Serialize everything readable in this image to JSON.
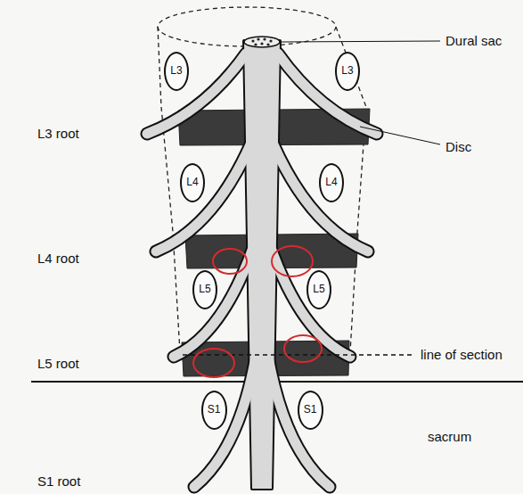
{
  "diagram": {
    "nodes": [
      {
        "text": [
          "L3"
        ]
      },
      {
        "text": [
          "L3"
        ]
      },
      {
        "text": [
          "L4"
        ]
      },
      {
        "text": [
          "L4"
        ]
      },
      {
        "text": [
          "L5"
        ]
      },
      {
        "text": [
          "L5"
        ]
      },
      {
        "text": [
          "S1"
        ]
      },
      {
        "text": [
          "S1"
        ]
      }
    ],
    "labels": [
      "Dural sac",
      "L3 root",
      "Disc",
      "L4 root",
      "L5 root",
      "line of section",
      "sacrum",
      "S1 root"
    ]
  }
}
